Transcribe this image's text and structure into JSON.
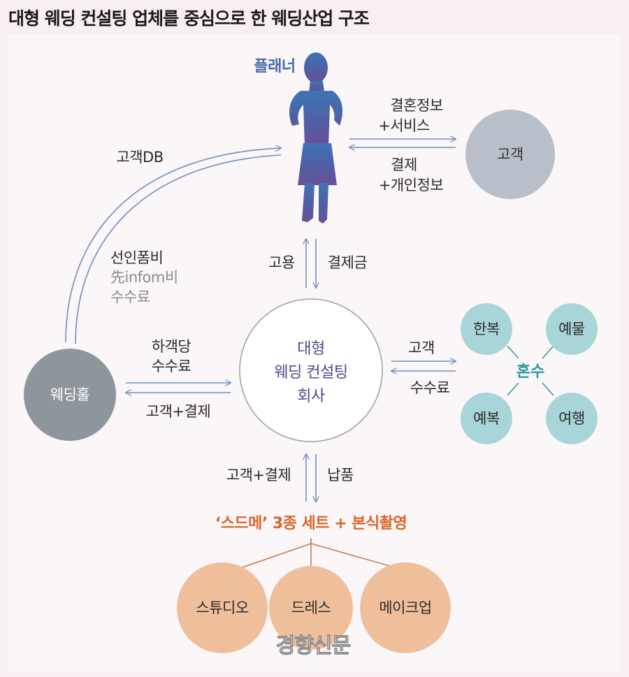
{
  "title": "대형 웨딩 컨설팅 업체를 중심으로 한 웨딩산업 구조",
  "nodes": {
    "planner": "플래너",
    "customer": "고객",
    "hall": "웨딩홀",
    "company": [
      "대형",
      "웨딩 컨설팅",
      "회사"
    ],
    "honsu": "혼수",
    "hanbok": "한복",
    "yemul": "예물",
    "yebok": "예복",
    "trip": "여행",
    "sdm_title": "‘스드메’ 3종 세트 + 본식촬영",
    "studio": "스튜디오",
    "dress": "드레스",
    "makeup": "메이크업"
  },
  "edges": {
    "planner_to_customer": [
      "결혼정보",
      "+서비스"
    ],
    "customer_to_planner": [
      "결제",
      "+개인정보"
    ],
    "hall_db": "고객DB",
    "hall_fee": [
      "선인폼비",
      "先infom비",
      "수수료"
    ],
    "hire": "고용",
    "payment": "결제금",
    "hall_commission": [
      "하객당",
      "수수료"
    ],
    "hall_customer_pay": "고객+결제",
    "honsu_customer": "고객",
    "honsu_fee": "수수료",
    "sdm_customer_pay": "고객+결제",
    "delivery": "납품"
  },
  "watermark": "경향신문",
  "colors": {
    "planner": "#4a6aa8",
    "customer": "#b8bfc8",
    "hall": "#8e969c",
    "company_text": "#4b4a8a",
    "honsu": "#a8d6d8",
    "honsu_text": "#2a9aa0",
    "sdm_node": "#efbf9c",
    "sdm_text": "#d9662a",
    "arrow": "#6f8fc4"
  }
}
